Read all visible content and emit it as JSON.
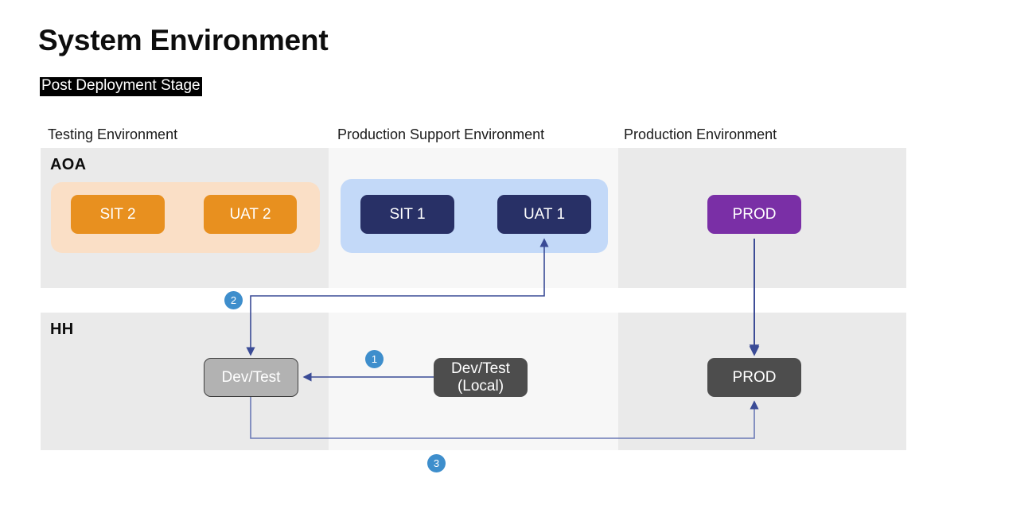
{
  "header": {
    "title": "System Environment",
    "subtitle": "Post Deployment Stage"
  },
  "columns": [
    {
      "label": "Testing Environment"
    },
    {
      "label": "Production Support Environment"
    },
    {
      "label": "Production Environment"
    }
  ],
  "rows": [
    {
      "label": "AOA"
    },
    {
      "label": "HH"
    }
  ],
  "nodes": {
    "sit2": "SIT 2",
    "uat2": "UAT 2",
    "sit1": "SIT 1",
    "uat1": "UAT 1",
    "prod_aoa": "PROD",
    "devtest": "Dev/Test",
    "devtest_local_line1": "Dev/Test",
    "devtest_local_line2": "(Local)",
    "prod_hh": "PROD"
  },
  "steps": [
    {
      "number": "1"
    },
    {
      "number": "2"
    },
    {
      "number": "3"
    }
  ],
  "colors": {
    "orange_node": "#e8901f",
    "orange_group": "#fadfc6",
    "navy_node": "#283066",
    "blue_group": "#c3d9f8",
    "purple_node": "#7a2fa6",
    "gray_node": "#b2b2b2",
    "dark_node": "#4d4d4d",
    "badge_blue": "#3e8ecc",
    "connector_blue": "#3a4b96",
    "lane_gray": "#eaeaea",
    "lane_light": "#f7f7f7"
  }
}
